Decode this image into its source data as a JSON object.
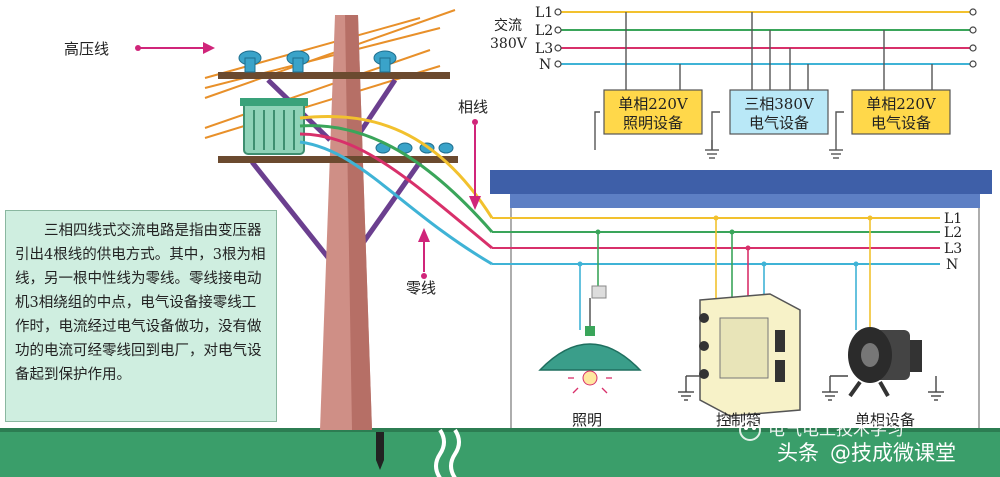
{
  "labels": {
    "high_voltage_line": "高压线",
    "phase_line": "相线",
    "neutral_line": "零线",
    "ac": "交流",
    "voltage_380": "380V",
    "lighting": "照明",
    "control_box": "控制箱",
    "single_phase_equipment": "单相设备"
  },
  "bus_top": [
    "L1",
    "L2",
    "L3",
    "N"
  ],
  "bus_house": [
    "L1",
    "L2",
    "L3",
    "N"
  ],
  "equipment_boxes": [
    {
      "line1": "单相220V",
      "line2": "照明设备"
    },
    {
      "line1": "三相380V",
      "line2": "电气设备"
    },
    {
      "line1": "单相220V",
      "line2": "电气设备"
    }
  ],
  "description": "三相四线式交流电路是指由变压器引出4根线的供电方式。其中，3根为相线，另一根中性线为零线。零线接电动机3相绕组的中点，电气设备接零线工作时，电流经过电气设备做功，没有做功的电流可经零线回到电厂，对电气设备起到保护作用。",
  "watermark": {
    "channel": "电气电工技术学习",
    "platform": "头条",
    "account": "@技成微课堂"
  },
  "colors": {
    "L1": "#f2c12e",
    "L2": "#3aa55a",
    "L3": "#d8306a",
    "N": "#3fb3d6",
    "pole": "#cf8f86",
    "crossarm": "#6b4a2f",
    "ground": "#3a9e6a",
    "roof": "#3e5fa8",
    "box_fill": "#ffd84a",
    "box_fill_mid": "#b9e8f7",
    "arrow": "#d0257a"
  }
}
